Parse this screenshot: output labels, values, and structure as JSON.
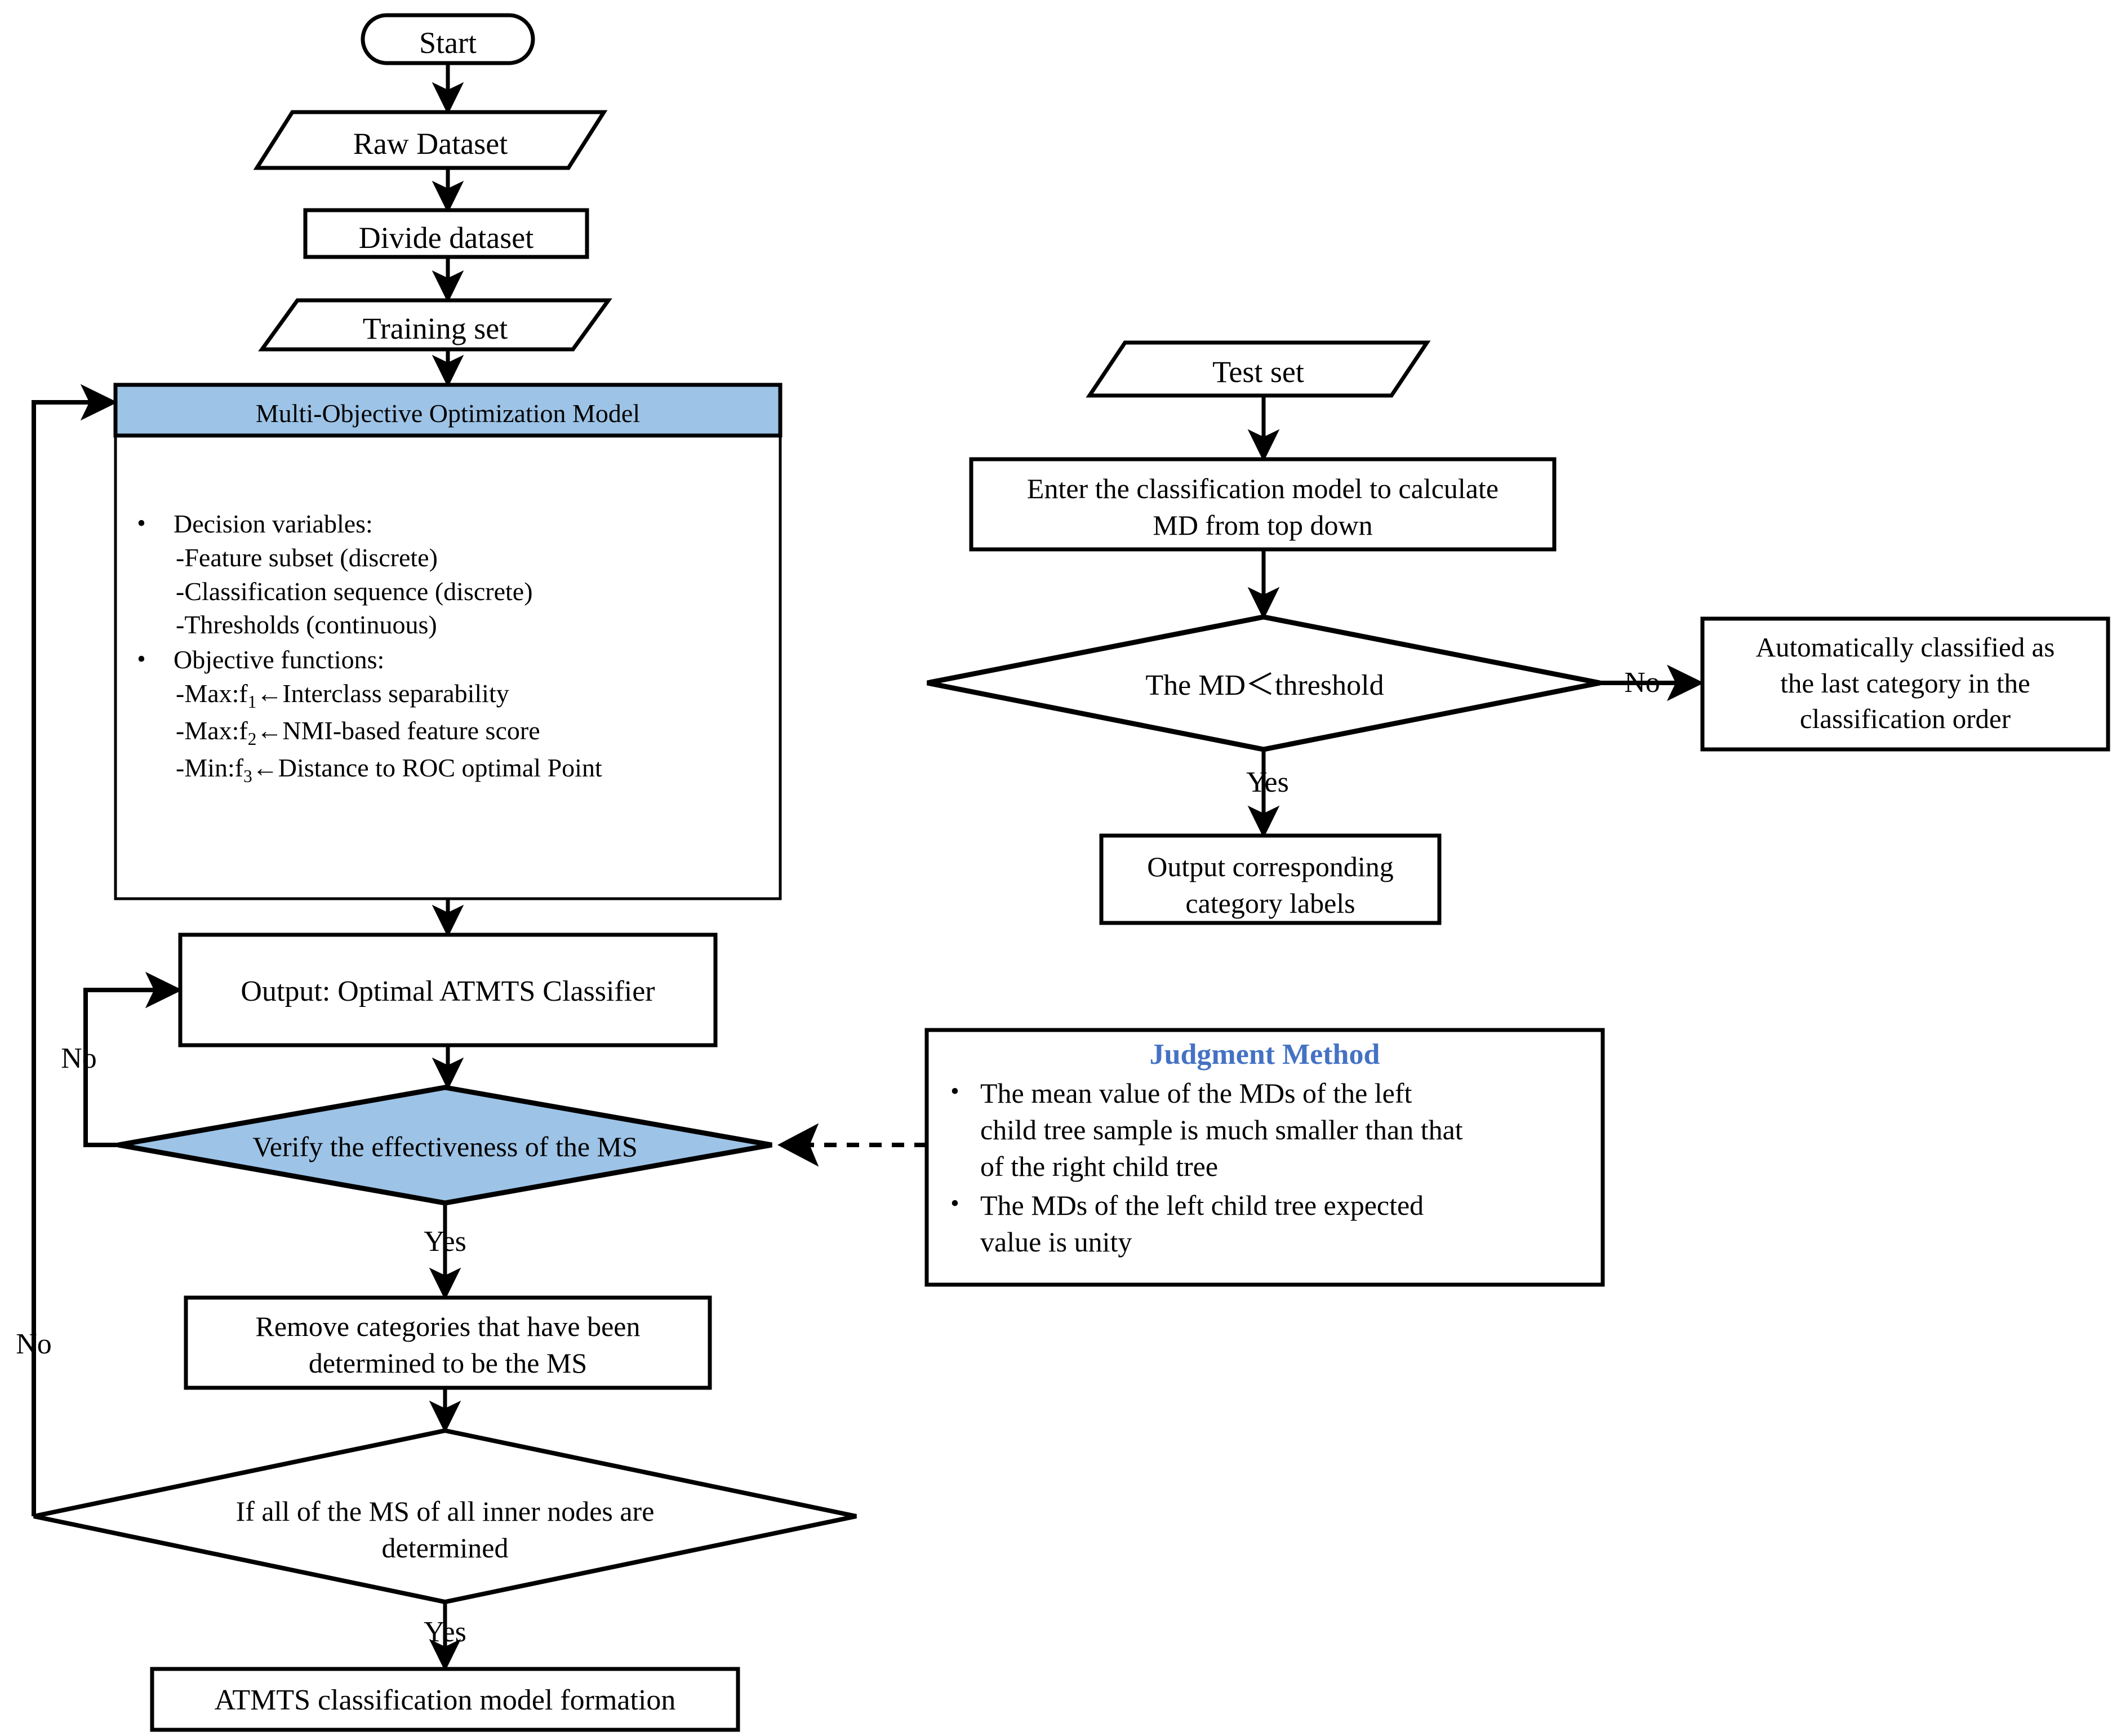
{
  "diagram": {
    "title": "ATMTS classification flowchart",
    "colors": {
      "accent_blue_fill": "#9DC3E6",
      "judgment_title_blue": "#4472C4",
      "line": "#000000",
      "background": "#ffffff"
    }
  },
  "training_flow": {
    "start": "Start",
    "raw_dataset": "Raw Dataset",
    "divide_dataset": "Divide dataset",
    "training_set": "Training set",
    "model_header": "Multi-Objective Optimization Model",
    "model_body": {
      "bullet1": "Decision variables:",
      "bullet1_lines": [
        "-Feature subset (discrete)",
        "-Classification sequence (discrete)",
        "-Thresholds (continuous)"
      ],
      "bullet2": "Objective functions:",
      "bullet2_lines": [
        "-Max:f1←Interclass separability",
        "-Max:f2←NMI-based feature score",
        "-Min:f3←Distance to ROC optimal Point"
      ],
      "objective_items": [
        {
          "prefix": "-Max:f",
          "sub": "1",
          "arrow": "←",
          "text": "Interclass separability"
        },
        {
          "prefix": "-Max:f",
          "sub": "2",
          "arrow": "←",
          "text": "NMI-based feature score"
        },
        {
          "prefix": "-Min:f",
          "sub": "3",
          "arrow": "←",
          "text": "Distance to ROC optimal Point"
        }
      ],
      "bullet_glyph": "•"
    },
    "output_classifier": "Output: Optimal ATMTS Classifier",
    "verify_decision": "Verify the effectiveness of the MS",
    "remove_categories": "Remove categories that have been\ndetermined to be the MS",
    "all_inner_nodes": "If all of the MS of all inner nodes are\ndetermined",
    "model_formation": "ATMTS classification model formation"
  },
  "testing_flow": {
    "test_set": "Test set",
    "enter_model": "Enter the classification model to calculate\nMD from top down",
    "md_decision": "The MD＜threshold",
    "auto_classified": "Automatically classified as\nthe last category in the\nclassification order",
    "output_labels": "Output corresponding\ncategory labels"
  },
  "judgment_method": {
    "title": "Judgment Method",
    "bullet_glyph": "•",
    "items": [
      "The mean value of the MDs of the left\nchild tree sample is much smaller than that\nof the right child tree",
      "The MDs of the left child tree expected\nvalue is unity"
    ]
  },
  "edge_labels": {
    "verify_no": "No",
    "verify_yes": "Yes",
    "inner_nodes_no": "No",
    "inner_nodes_yes": "Yes",
    "md_no": "No",
    "md_yes": "Yes"
  }
}
